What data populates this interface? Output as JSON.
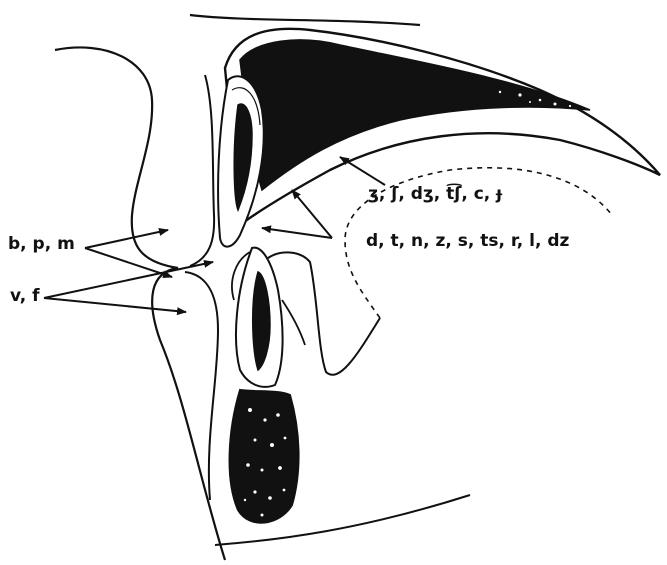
{
  "labels": {
    "bilabial": "b, p, m",
    "labiodental": "v, f",
    "postalveolar_palatal": "ʒ, ʃ, dʒ, t͡ʃ, c, ɟ",
    "alveolar": "d, t, n, z, s, ts, r, l, dz"
  },
  "colors": {
    "ink": "#111111",
    "background": "#ffffff",
    "speckle": "#ffffff"
  }
}
